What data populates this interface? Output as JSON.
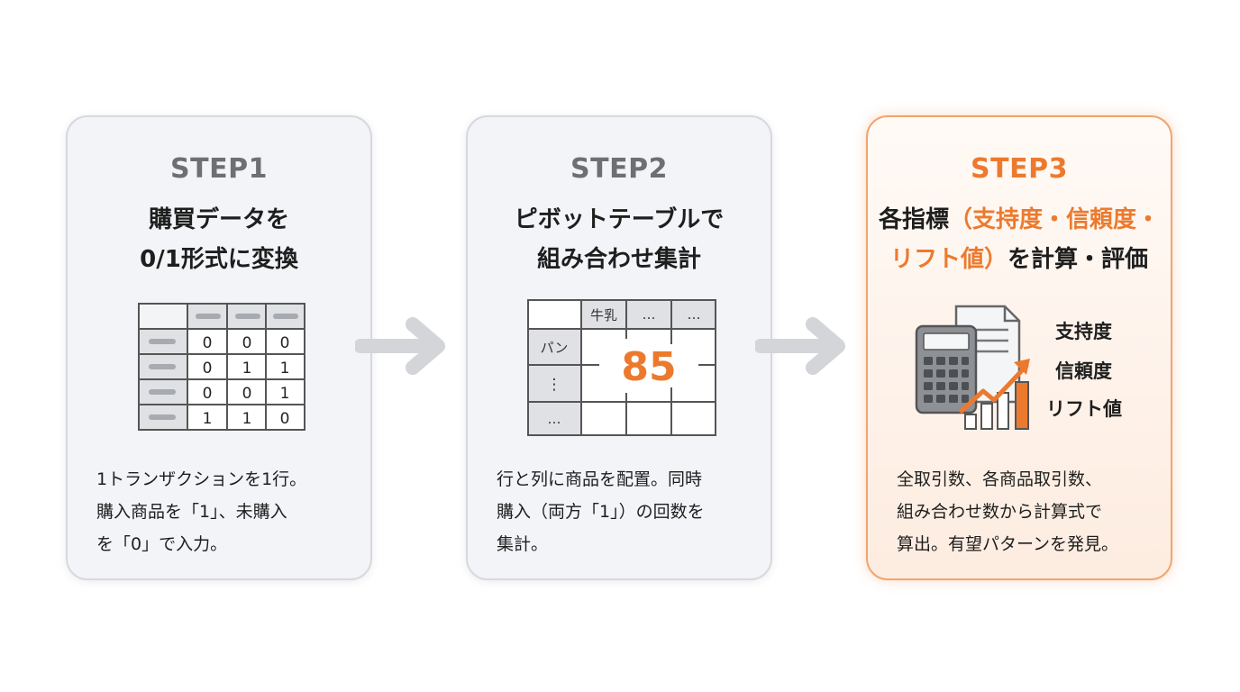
{
  "steps": [
    {
      "step": "STEP1",
      "title_lines": [
        "購買データを",
        "0/1形式に変換"
      ],
      "desc_lines": [
        "1トランザクションを1行。",
        "購入商品を「1」、未購入",
        "を「0」で入力。"
      ],
      "table_values": [
        [
          "0",
          "0",
          "0"
        ],
        [
          "0",
          "1",
          "1"
        ],
        [
          "0",
          "0",
          "1"
        ],
        [
          "1",
          "1",
          "0"
        ]
      ]
    },
    {
      "step": "STEP2",
      "title_lines": [
        "ピボットテーブルで",
        "組み合わせ集計"
      ],
      "desc_lines": [
        "行と列に商品を配置。同時",
        "購入（両方「1」）の回数を",
        "集計。"
      ],
      "pivot": {
        "col_header": "牛乳",
        "col_ellipsis_1": "…",
        "col_ellipsis_2": "…",
        "row_header": "パン",
        "row_vellipsis": "⋮",
        "row_ellipsis": "…",
        "value": "85"
      }
    },
    {
      "step": "STEP3",
      "title_line1": "各指標",
      "title_line1_hl": "（支持度・信頼度・",
      "title_line2_hl": "リフト値）",
      "title_line2": "を計算・評価",
      "desc_lines": [
        "全取引数、各商品取引数、",
        "組み合わせ数から計算式で",
        "算出。有望パターンを発見。"
      ],
      "metrics": [
        "支持度",
        "信頼度",
        "リフト値"
      ]
    }
  ],
  "colors": {
    "accent": "#ec7a2e",
    "gray_step": "#6d6f73",
    "card_bg": "#f2f4f7"
  },
  "icons": [
    "binary-table-icon",
    "pivot-table-icon",
    "calculator-report-icon",
    "arrow-right-icon"
  ]
}
